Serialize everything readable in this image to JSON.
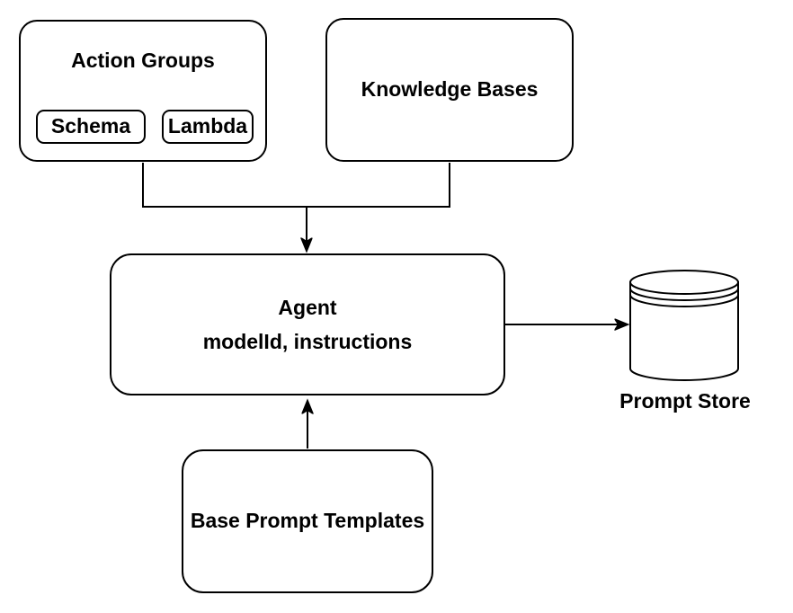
{
  "diagram": {
    "background_color": "#ffffff",
    "stroke_color": "#000000",
    "text_color": "#000000",
    "nodes": {
      "action_groups": {
        "label": "Action Groups"
      },
      "schema": {
        "label": "Schema"
      },
      "lambda": {
        "label": "Lambda"
      },
      "knowledge_bases": {
        "label": "Knowledge Bases"
      },
      "agent": {
        "title": "Agent",
        "subtitle": "modelId, instructions"
      },
      "base_prompt_templates": {
        "label": "Base Prompt Templates"
      },
      "prompt_store": {
        "label": "Prompt Store",
        "shape": "database-cylinder"
      }
    },
    "edges": [
      {
        "from": "action_groups",
        "to": "agent",
        "style": "elbow",
        "arrowhead": "classic"
      },
      {
        "from": "knowledge_bases",
        "to": "agent",
        "style": "elbow",
        "arrowhead": "classic"
      },
      {
        "from": "base_prompt_templates",
        "to": "agent",
        "style": "straight",
        "arrowhead": "classic"
      },
      {
        "from": "agent",
        "to": "prompt_store",
        "style": "straight",
        "arrowhead": "classic"
      }
    ]
  }
}
